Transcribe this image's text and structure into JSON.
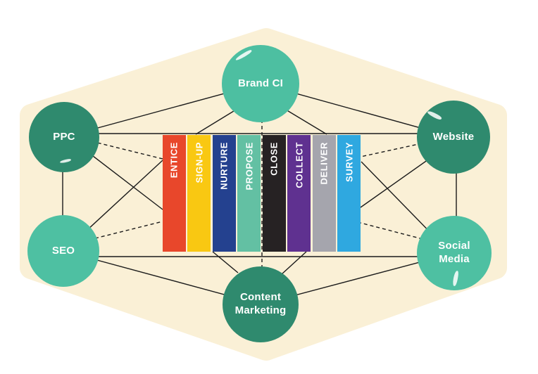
{
  "diagram": {
    "title": "digital-marketing-funnel-network",
    "hexagon_color": "#FAF0D6",
    "line_color": "#1B1B1B",
    "node_text_color": "#FFFFFF",
    "node_colors": {
      "dark_teal": "#2F8A6E",
      "light_teal": "#4EC0A2"
    }
  },
  "nodes": [
    {
      "id": "brand-ci",
      "label": "Brand CI",
      "color": "#4DBFA1"
    },
    {
      "id": "ppc",
      "label": "PPC",
      "color": "#2F8A6E"
    },
    {
      "id": "website",
      "label": "Website",
      "color": "#2F8A6E"
    },
    {
      "id": "seo",
      "label": "SEO",
      "color": "#4EC0A2"
    },
    {
      "id": "social-media",
      "label": "Social\nMedia",
      "color": "#4EC0A2"
    },
    {
      "id": "content-marketing",
      "label": "Content\nMarketing",
      "color": "#2F8A6E"
    }
  ],
  "funnel_stages": [
    {
      "label": "ENTICE",
      "color": "#E8472B"
    },
    {
      "label": "SIGN-UP",
      "color": "#F9C812"
    },
    {
      "label": "NURTURE",
      "color": "#24418F"
    },
    {
      "label": "PROPOSE",
      "color": "#63C0A3"
    },
    {
      "label": "CLOSE",
      "color": "#262223"
    },
    {
      "label": "COLLECT",
      "color": "#5F3190"
    },
    {
      "label": "DELIVER",
      "color": "#A5A5AD"
    },
    {
      "label": "SURVEY",
      "color": "#2FA8E0"
    }
  ]
}
